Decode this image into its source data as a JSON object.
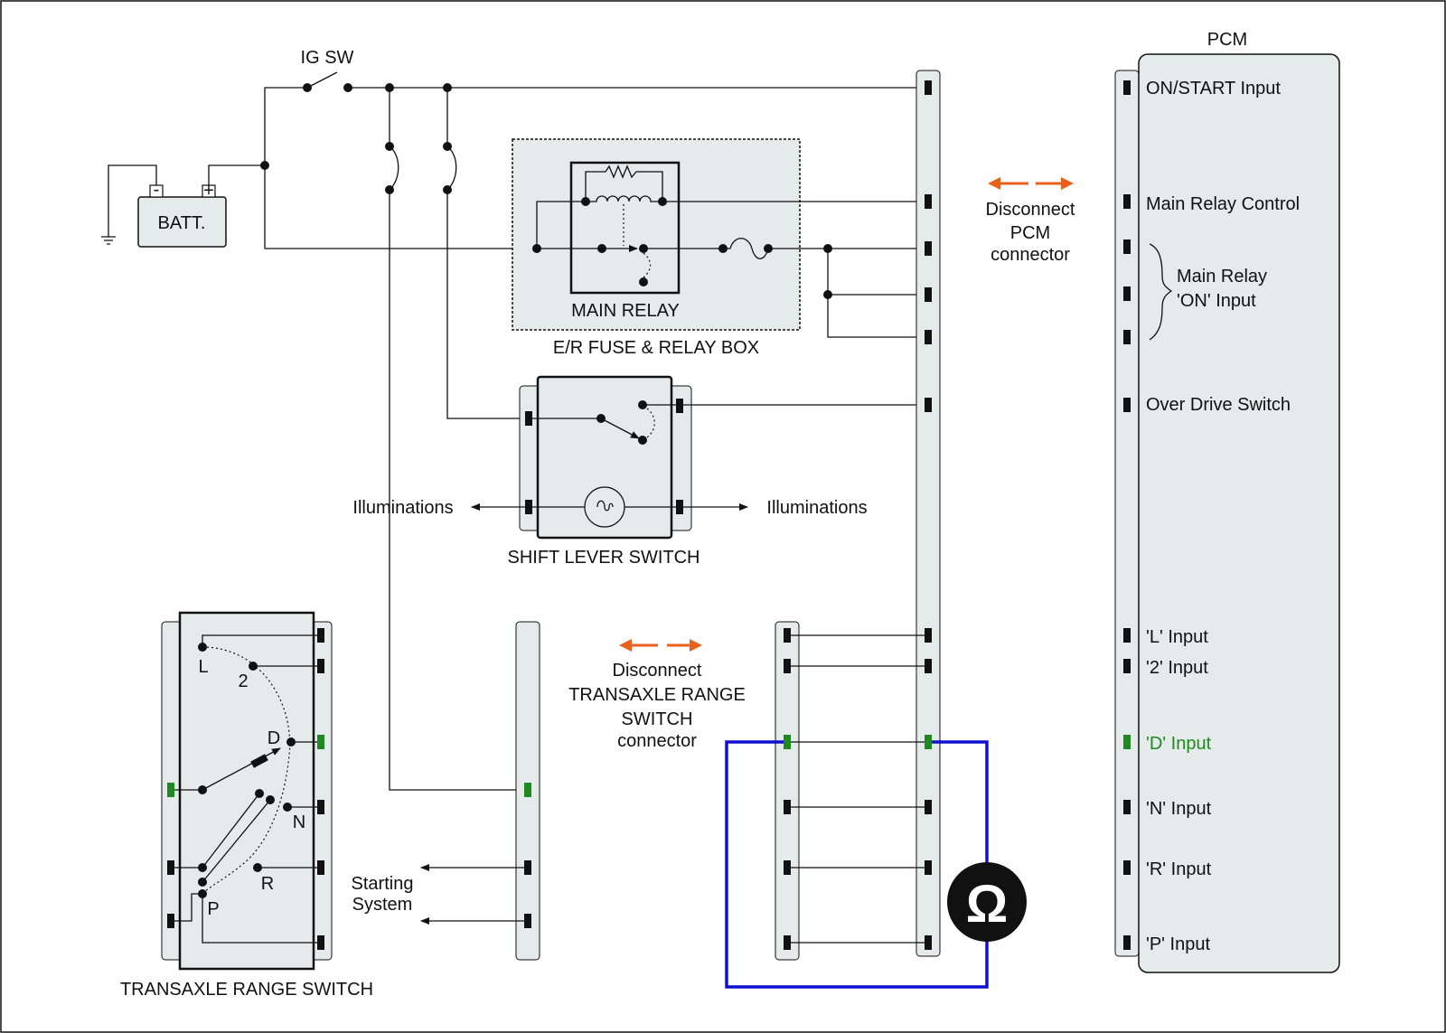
{
  "ignition": {
    "label": "IG SW"
  },
  "battery": {
    "label": "BATT.",
    "minus": "-",
    "plus": "+"
  },
  "er_box": {
    "label": "E/R FUSE & RELAY BOX",
    "relay_label": "MAIN RELAY"
  },
  "shift_lever": {
    "label": "SHIFT LEVER SWITCH",
    "illum_left": "Illuminations",
    "illum_right": "Illuminations"
  },
  "transaxle": {
    "label": "TRANSAXLE RANGE SWITCH",
    "positions": [
      "L",
      "2",
      "D",
      "N",
      "R",
      "P"
    ]
  },
  "starting": {
    "line1": "Starting",
    "line2": "System"
  },
  "notes": {
    "pcm_disconnect": [
      "Disconnect",
      "PCM",
      "connector"
    ],
    "trs_disconnect": [
      "Disconnect",
      "TRANSAXLE RANGE",
      "SWITCH",
      "connector"
    ]
  },
  "pcm": {
    "title": "PCM",
    "pins": {
      "on_start": "ON/START Input",
      "main_relay_control": "Main Relay Control",
      "main_relay_on_1": "Main Relay",
      "main_relay_on_2": "'ON' Input",
      "over_drive": "Over Drive Switch",
      "l_input": "'L' Input",
      "two_input": "'2' Input",
      "d_input": "'D' Input",
      "n_input": "'N' Input",
      "r_input": "'R' Input",
      "p_input": "'P' Input"
    }
  },
  "meter": {
    "symbol": "Ω",
    "lead_color": "#1010d0"
  },
  "colors": {
    "arrow": "#e8601c",
    "highlight": "#1f8a1f",
    "fill": "#e5eaea"
  }
}
